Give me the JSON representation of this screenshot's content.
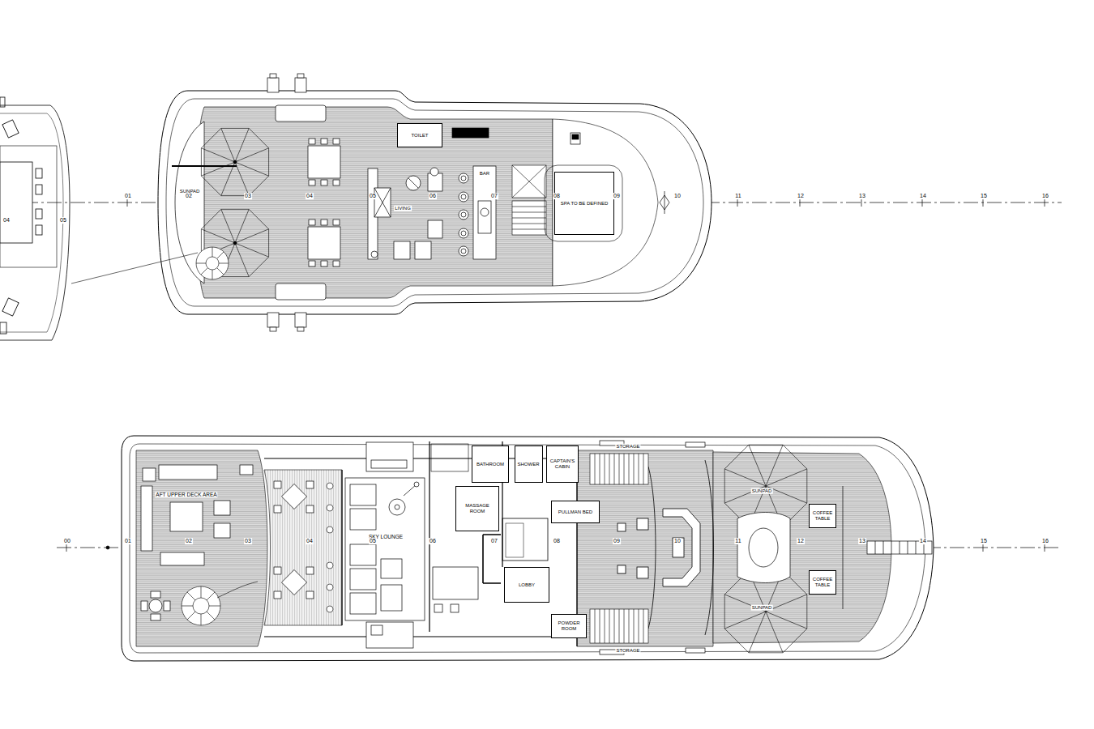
{
  "diagram": {
    "nodes": [
      {
        "text": [
          "TOILET"
        ]
      },
      {
        "text": [
          "SPA TO BE DEFINED"
        ]
      },
      {
        "text": [
          "MASSAGE ROOM"
        ]
      },
      {
        "text": [
          "BATHROOM"
        ]
      },
      {
        "text": [
          "SHOWER"
        ]
      },
      {
        "text": [
          "CAPTAIN'S CABIN"
        ]
      },
      {
        "text": [
          "PULLMAN BED"
        ]
      },
      {
        "text": [
          "LOBBY"
        ]
      },
      {
        "text": [
          "POWDER ROOM"
        ]
      },
      {
        "text": [
          "COFFEE TABLE"
        ]
      },
      {
        "text": [
          "COFFEE TABLE"
        ]
      }
    ],
    "labels": [
      "SUNPAD",
      "LIVING",
      "BAR",
      "AFT UPPER DECK AREA",
      "SKY LOUNGE",
      "STORAGE",
      "STORAGE",
      "SUNPAD",
      "SUNPAD",
      "04",
      "05",
      "01",
      "02",
      "03",
      "04",
      "05",
      "06",
      "07",
      "08",
      "09",
      "10",
      "11",
      "12",
      "13",
      "14",
      "15",
      "16",
      "00",
      "01",
      "02",
      "03",
      "04",
      "05",
      "06",
      "07",
      "08",
      "09",
      "10",
      "11",
      "12",
      "13",
      "14",
      "15",
      "16"
    ]
  }
}
